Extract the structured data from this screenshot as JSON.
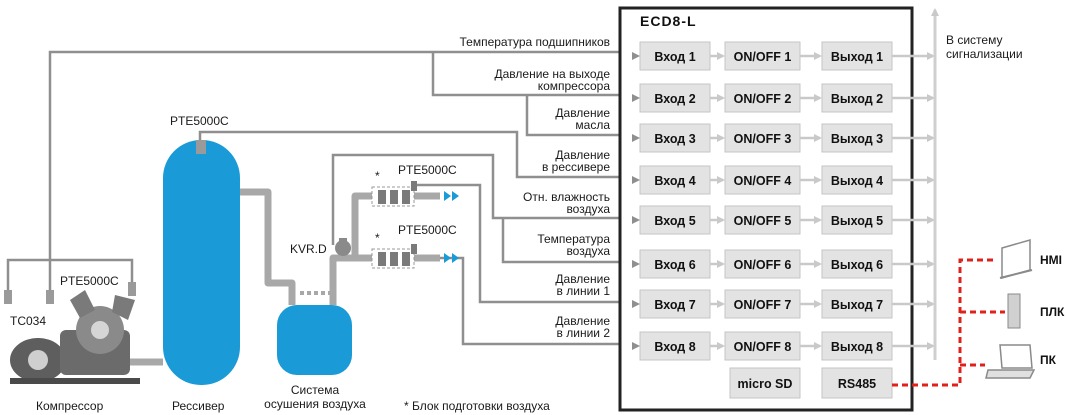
{
  "device": {
    "title": "ECD8-L",
    "inputs": [
      "Вход 1",
      "Вход 2",
      "Вход 3",
      "Вход 4",
      "Вход 5",
      "Вход 6",
      "Вход 7",
      "Вход 8"
    ],
    "switches": [
      "ON/OFF 1",
      "ON/OFF 2",
      "ON/OFF 3",
      "ON/OFF 4",
      "ON/OFF 5",
      "ON/OFF 6",
      "ON/OFF 7",
      "ON/OFF 8"
    ],
    "outputs": [
      "Выход 1",
      "Выход 2",
      "Выход 3",
      "Выход 4",
      "Выход 5",
      "Выход 6",
      "Выход 7",
      "Выход 8"
    ],
    "microsd_label": "micro SD",
    "rs485_label": "RS485"
  },
  "signals": {
    "s1": [
      "Температура подшипников"
    ],
    "s2": [
      "Давление на выходе",
      "компрессора"
    ],
    "s3": [
      "Давление",
      "масла"
    ],
    "s4": [
      "Давление",
      "в рессивере"
    ],
    "s5": [
      "Отн. влажность",
      "воздуха"
    ],
    "s6": [
      "Температура",
      "воздуха"
    ],
    "s7": [
      "Давление",
      "в линии 1"
    ],
    "s8": [
      "Давление",
      "в линии 2"
    ]
  },
  "alarm_label": [
    "В систему",
    "сигнализации"
  ],
  "sensors": {
    "tc": "TC034",
    "pte_comp": "PTE5000C",
    "pte_receiver": "PTE5000C",
    "pte_line1": "PTE5000C",
    "pte_line2": "PTE5000C",
    "kvr": "KVR.D",
    "asterisk": "*"
  },
  "equipment": {
    "compressor": "Компрессор",
    "receiver": "Рессивер",
    "dryer": [
      "Система",
      "осушения воздуха"
    ]
  },
  "footnote": "* Блок подготовки воздуха",
  "network": {
    "hmi": "HMI",
    "plc": "ПЛК",
    "pc": "ПК"
  },
  "colors": {
    "tank": "#1a9ad6",
    "pipe": "#a8a8a8",
    "line": "#8f8f8f",
    "box_fill": "#e3e3e3",
    "network": "#e0201b",
    "arrow": "#1a9ad6"
  }
}
